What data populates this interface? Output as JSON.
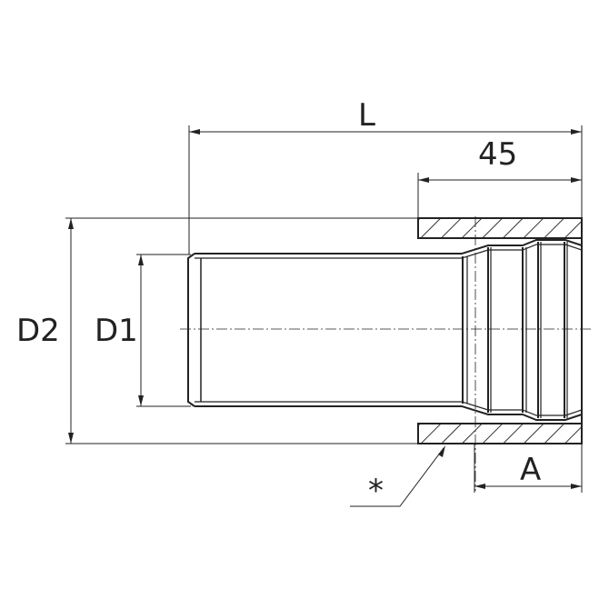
{
  "labels": {
    "length": "L",
    "socket_depth": "45",
    "outer_diameter": "D2",
    "inner_diameter": "D1",
    "groove_dim": "A",
    "note_marker": "*"
  },
  "colors": {
    "line": "#222222",
    "hatch": "#333333",
    "background": "#ffffff"
  }
}
